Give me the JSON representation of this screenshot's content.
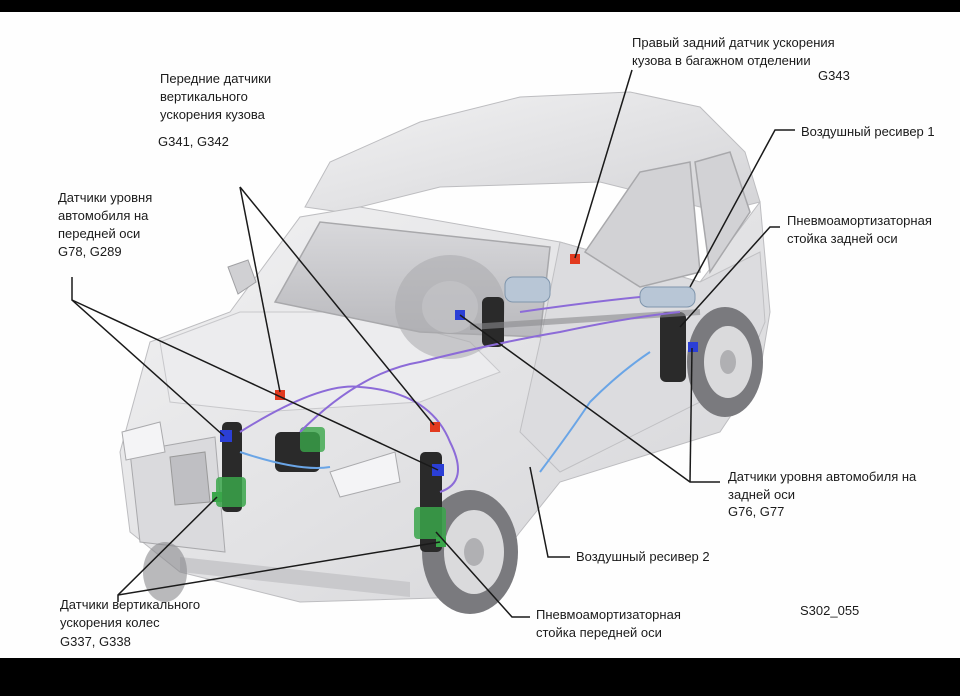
{
  "diagram_id": "S302_055",
  "labels": {
    "front_accel": {
      "text": "Передние датчики\nвертикального\nускорения кузова",
      "code": "G341, G342"
    },
    "rear_accel": {
      "text": "Правый задний датчик ускорения\nкузова в багажном отделении",
      "code": "G343"
    },
    "front_level": {
      "text": "Датчики уровня\nавтомобиля на\nпередней оси",
      "code": "G78, G289"
    },
    "air_receiver_1": {
      "text": "Воздушный ресивер 1"
    },
    "rear_strut": {
      "text": "Пневмоамортизаторная\nстойка задней оси"
    },
    "rear_level": {
      "text": "Датчики уровня автомобиля на\nзадней оси",
      "code": "G76, G77"
    },
    "air_receiver_2": {
      "text": "Воздушный ресивер 2"
    },
    "wheel_accel": {
      "text": "Датчики вертикального\nускорения колес",
      "code": "G337, G338"
    },
    "front_strut": {
      "text": "Пневмоамортизаторная\nстойка передней оси"
    }
  },
  "colors": {
    "background": "#000000",
    "panel": "#fefefe",
    "body": "#e9e9ea",
    "body_shade": "#cfcfd2",
    "glass": "#c9c9cc",
    "leader": "#1a1a1a",
    "sensor_red": "#e23a1f",
    "sensor_blue": "#2b3fd6",
    "sensor_green": "#3aa64a",
    "air_line_purple": "#8c6bd8",
    "air_line_blue": "#6aa5e6",
    "strut_dark": "#2a2a2a"
  }
}
